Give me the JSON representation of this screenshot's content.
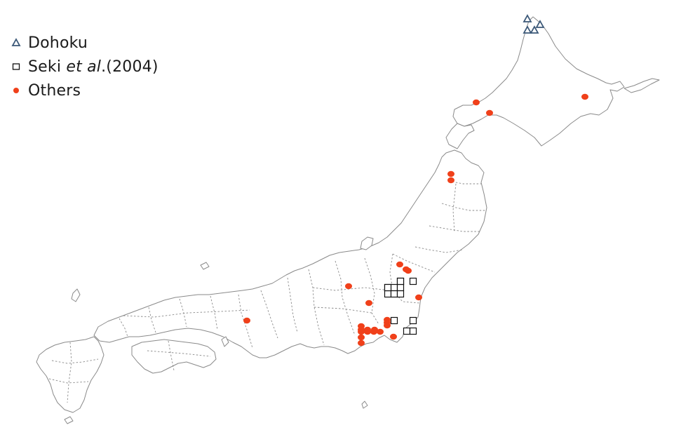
{
  "legend": {
    "items": [
      {
        "key": "dohoku",
        "label": "Dohoku",
        "symbol": "triangle-outline",
        "color": "#3b5878"
      },
      {
        "key": "seki",
        "label_prefix": "Seki ",
        "label_italic": "et al",
        "label_suffix": ".(2004)",
        "symbol": "square-outline",
        "color": "#111111"
      },
      {
        "key": "others",
        "label": "Others",
        "symbol": "filled-circle",
        "color": "#f0401a"
      }
    ]
  },
  "map": {
    "region": "Japan",
    "coast_color": "#8a8a8a",
    "prefecture_borders": "dotted",
    "sites": {
      "dohoku": [
        {
          "area": "northern Hokkaido"
        },
        {
          "area": "northern Hokkaido"
        },
        {
          "area": "northern Hokkaido"
        },
        {
          "area": "northern Hokkaido"
        }
      ],
      "seki": [
        {
          "area": "Kanto"
        },
        {
          "area": "Kanto"
        },
        {
          "area": "Kanto"
        },
        {
          "area": "Kanto"
        },
        {
          "area": "Kanto"
        },
        {
          "area": "Kanto"
        },
        {
          "area": "Kanto"
        },
        {
          "area": "Kanto"
        },
        {
          "area": "Kanto"
        },
        {
          "area": "Kanto"
        },
        {
          "area": "Kanto"
        },
        {
          "area": "Kanto"
        },
        {
          "area": "Kanto"
        },
        {
          "area": "Kanto"
        }
      ],
      "others_count": 26
    }
  }
}
